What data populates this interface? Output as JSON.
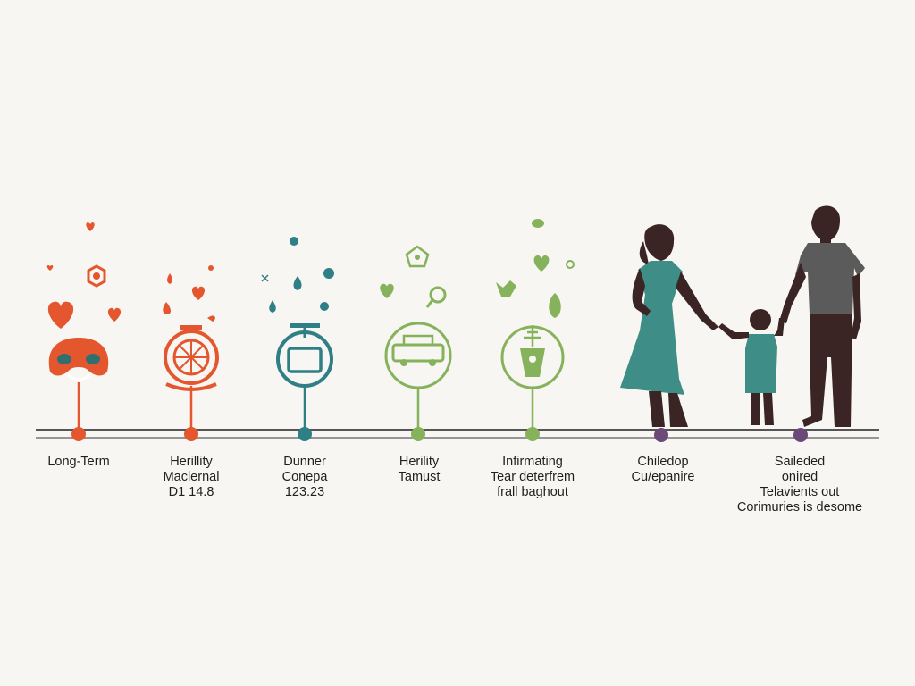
{
  "colors": {
    "background": "#f7f6f2",
    "orange": "#e4572e",
    "teal": "#2f7f86",
    "green": "#86b25b",
    "purple": "#6b4a7a",
    "silhouette": "#3a2424",
    "woman_dress": "#3f8d87",
    "child_shirt": "#3f8d87",
    "man_shirt": "#5b5b5b",
    "timeline": "#555555"
  },
  "stages": [
    {
      "name": "long-term",
      "color": "#e4572e",
      "icon": "face-mask-icon",
      "lines": [
        "Long-Term"
      ]
    },
    {
      "name": "herility-maclernal",
      "color": "#e4572e",
      "icon": "wheel-icon",
      "lines": [
        "Herillity",
        "Maclernal",
        "D1 14.8"
      ]
    },
    {
      "name": "dunner-conepa",
      "color": "#2f7f86",
      "icon": "frame-icon",
      "lines": [
        "Dunner",
        "Conepa",
        "123.23"
      ]
    },
    {
      "name": "herility-tamust",
      "color": "#86b25b",
      "icon": "vehicle-icon",
      "lines": [
        "Herility",
        "Tamust"
      ]
    },
    {
      "name": "infirmating",
      "color": "#86b25b",
      "icon": "plant-pot-icon",
      "lines": [
        "Infirmating",
        "Tear deterfrem",
        "frall baghout"
      ]
    },
    {
      "name": "chiledop",
      "color": "#6b4a7a",
      "icon": "",
      "lines": [
        "Chiledop",
        "Cu/epanire"
      ]
    },
    {
      "name": "saileded",
      "color": "#6b4a7a",
      "icon": "",
      "lines": [
        "Saileded",
        "onired",
        "Telavients out",
        "Corimuries is desome"
      ]
    }
  ]
}
